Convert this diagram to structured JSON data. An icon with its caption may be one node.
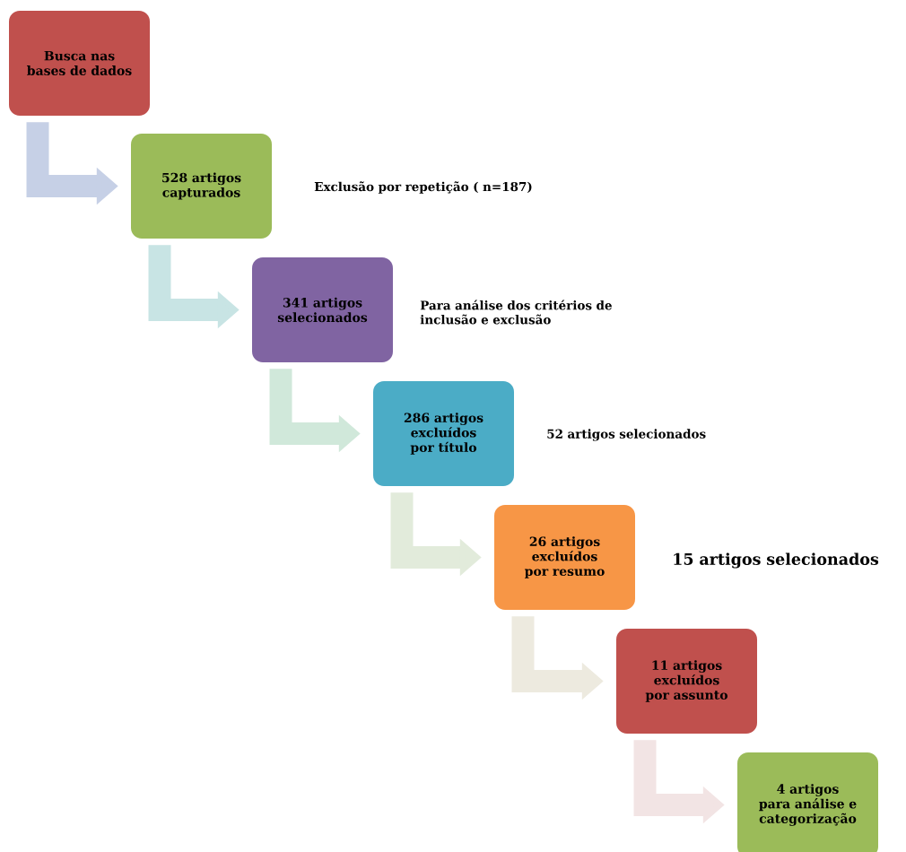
{
  "diagram": {
    "nodes": [
      {
        "text": [
          "Busca nas bases de dados"
        ]
      },
      {
        "text": [
          "528 artigos capturados"
        ]
      },
      {
        "text": [
          "341 artigos selecionados"
        ]
      },
      {
        "text": [
          "286 artigos excluídos por título"
        ]
      },
      {
        "text": [
          "26 artigos excluídos por resumo"
        ]
      },
      {
        "text": [
          "11 artigos excluídos por assunto"
        ]
      },
      {
        "text": [
          "4 artigos para análise e categorização"
        ]
      }
    ],
    "edges": [
      {
        "from": 0,
        "to": 1,
        "arrow": "to",
        "color": "#c6d0e6"
      },
      {
        "from": 1,
        "to": 2,
        "arrow": "to",
        "color": "#c8e4e4"
      },
      {
        "from": 2,
        "to": 3,
        "arrow": "to",
        "color": "#d0e8da"
      },
      {
        "from": 3,
        "to": 4,
        "arrow": "to",
        "color": "#e2ebdb"
      },
      {
        "from": 4,
        "to": 5,
        "arrow": "to",
        "color": "#edeadf"
      },
      {
        "from": 5,
        "to": 6,
        "arrow": "to",
        "color": "#f2e4e4"
      }
    ],
    "labels": [
      "Exclusão por repetição ( n=187)",
      "Para análise dos critérios de inclusão e exclusão",
      "52 artigos selecionados",
      "15 artigos selecionados"
    ]
  }
}
